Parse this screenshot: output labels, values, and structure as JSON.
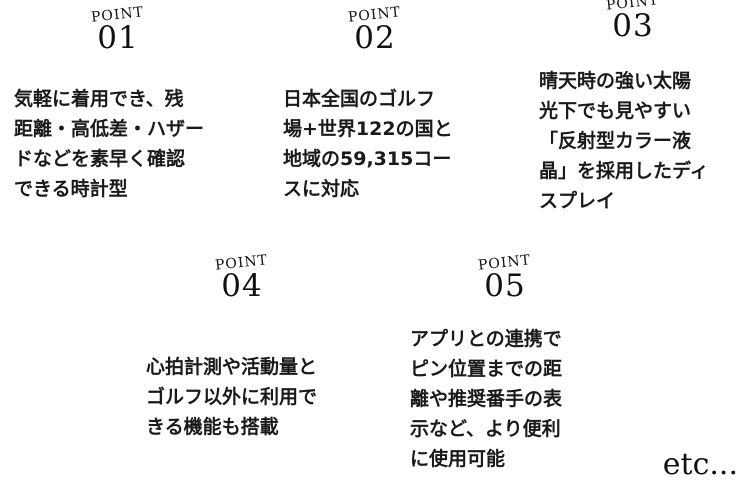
{
  "points": [
    {
      "label": "POINT",
      "number": "01",
      "text": "気軽に着用でき、残\n距離・高低差・ハザー\nドなどを素早く確認\nできる時計型"
    },
    {
      "label": "POINT",
      "number": "02",
      "text": "日本全国のゴルフ\n場+世界122の国と\n地域の59,315コー\nスに対応"
    },
    {
      "label": "POINT",
      "number": "03",
      "text": "晴天時の強い太陽\n光下でも見やすい\n「反射型カラー液\n晶」を採用したディ\nスプレイ"
    },
    {
      "label": "POINT",
      "number": "04",
      "text": "心拍計測や活動量と\nゴルフ以外に利用で\nきる機能も搭載"
    },
    {
      "label": "POINT",
      "number": "05",
      "text": "アプリとの連携で\nピン位置までの距\n離や推奨番手の表\n示など、より便利\nに使用可能"
    }
  ],
  "footer": {
    "etc": "etc..."
  }
}
